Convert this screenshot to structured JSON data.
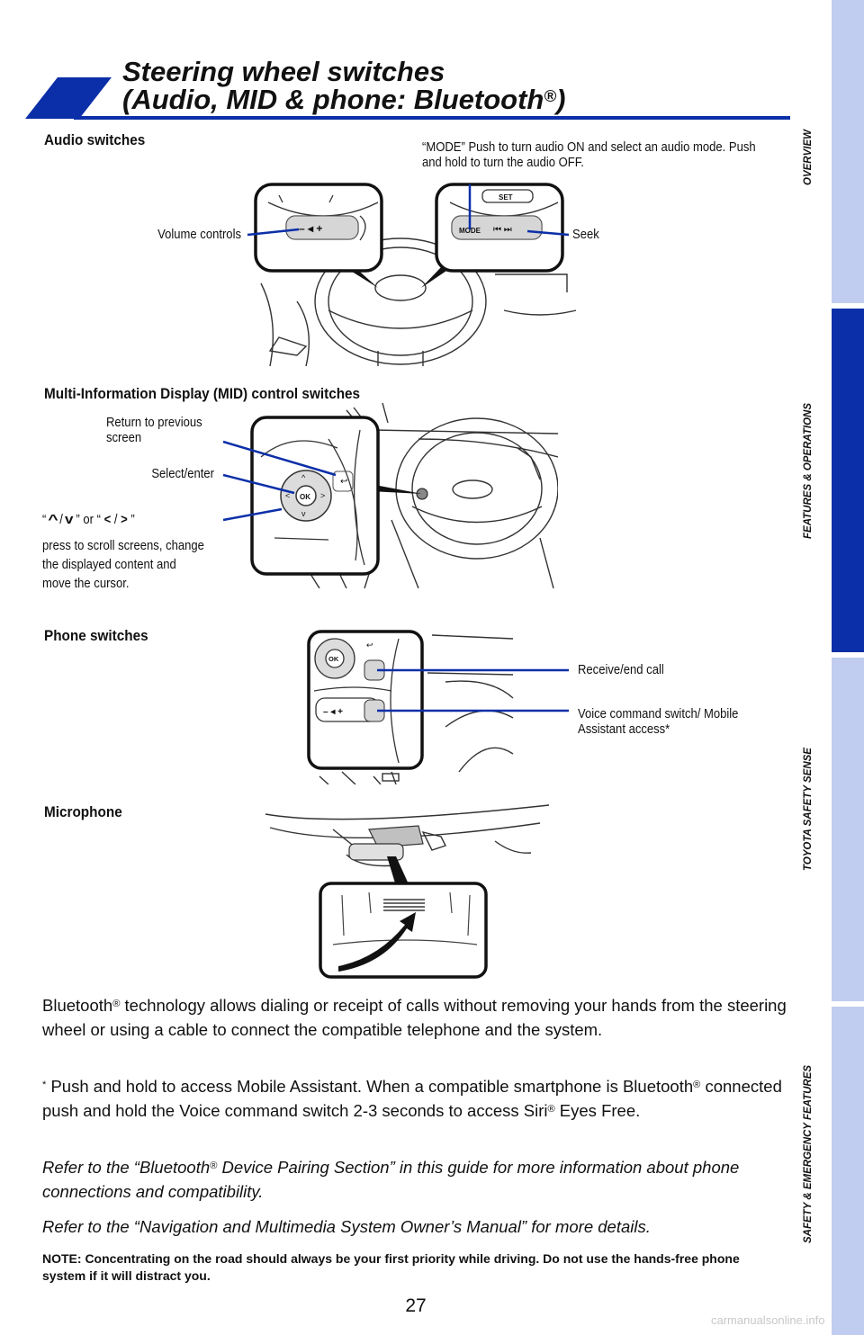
{
  "title": {
    "line1": "Steering wheel switches",
    "line2_prefix": "(Audio, MID & phone: Bluetooth",
    "line2_sup": "®",
    "line2_suffix": ")"
  },
  "tabs": [
    {
      "label": "OVERVIEW",
      "active": false
    },
    {
      "label": "FEATURES & OPERATIONS",
      "active": true
    },
    {
      "label": "TOYOTA SAFETY SENSE",
      "active": false
    },
    {
      "label": "SAFETY & EMERGENCY FEATURES",
      "active": false
    }
  ],
  "audio": {
    "heading": "Audio switches",
    "mode_callout": "“MODE” Push to turn audio ON and select an audio mode. Push and hold to turn the audio OFF.",
    "volume": "Volume controls",
    "seek": "Seek",
    "mode_button": "MODE",
    "set_button": "SET"
  },
  "mid": {
    "heading": "Multi-Information Display (MID) control switches",
    "return": "Return to previous screen",
    "select": "Select/enter",
    "scroll_open": "“",
    "scroll_sep": "/",
    "scroll_or": "” or “",
    "scroll_close": "”",
    "scroll_desc": "press to scroll screens, change the displayed content and move the cursor.",
    "ok_button": "OK"
  },
  "phone": {
    "heading": "Phone switches",
    "receive": "Receive/end call",
    "voice": "Voice command switch/ Mobile Assistant access*",
    "ok_button": "OK"
  },
  "microphone": {
    "heading": "Microphone"
  },
  "body": {
    "p1_a": "Bluetooth",
    "p1_sup": "®",
    "p1_b": " technology allows dialing or receipt of calls without removing your hands from the steering wheel or using a cable to connect the compatible telephone and the system.",
    "p2_star": "*",
    "p2_a": " Push and hold to access Mobile Assistant.  When a compatible smartphone is Bluetooth",
    "p2_sup1": "®",
    "p2_b": " connected push and hold the Voice command switch 2-3 seconds to access Siri",
    "p2_sup2": "®",
    "p2_c": " Eyes Free.",
    "p3_a": "Refer to the “Bluetooth",
    "p3_sup": "®",
    "p3_b": " Device Pairing Section” in this guide for more information about phone connections and compatibility.",
    "p4": "Refer to the “Navigation and Multimedia System Owner’s Manual” for more details.",
    "note": "NOTE: Concentrating on the road should always be your first priority while driving.  Do not use the hands-free phone system if it will distract you."
  },
  "page_number": "27",
  "watermark": "carmanualsonline.info",
  "colors": {
    "accent": "#0b2fa8",
    "tab_inactive": "#c1cdf0"
  }
}
